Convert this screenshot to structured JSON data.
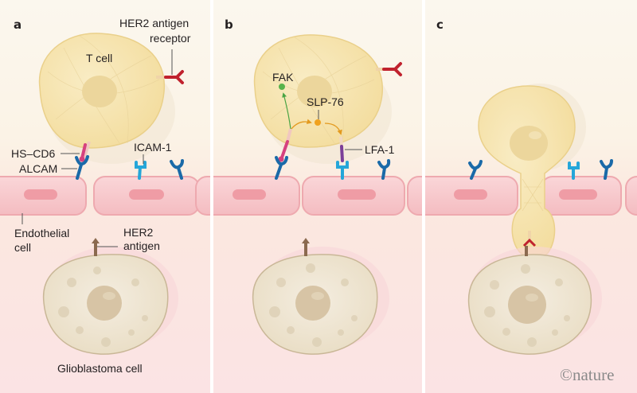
{
  "figure": {
    "panels": [
      {
        "id": "a",
        "letter": "a"
      },
      {
        "id": "b",
        "letter": "b"
      },
      {
        "id": "c",
        "letter": "c"
      }
    ],
    "labels": {
      "her2_receptor_line1": "HER2 antigen",
      "her2_receptor_line2": "receptor",
      "t_cell": "T cell",
      "hs_cd6": "HS–CD6",
      "alcam": "ALCAM",
      "icam1": "ICAM-1",
      "endothelial_line1": "Endothelial",
      "endothelial_line2": "cell",
      "her2_antigen_line1": "HER2",
      "her2_antigen_line2": "antigen",
      "glioblastoma": "Glioblastoma cell",
      "fak": "FAK",
      "slp76": "SLP-76",
      "lfa1": "LFA-1"
    },
    "credit": "©nature",
    "colors": {
      "background_top": "#fbf6ec",
      "background_bottom": "#fbe3e4",
      "t_cell_fill": "#f6e3a8",
      "t_cell_stroke": "#e8cf86",
      "endothelial_fill": "#f7c9cc",
      "endothelial_stroke": "#eda7ad",
      "endothelial_nucleus": "#ee9aa3",
      "glioblastoma_fill": "#efe6d2",
      "glioblastoma_stroke": "#c9b797",
      "glioblastoma_nucleus": "#d5c3a3",
      "her2_receptor": "#c0222e",
      "her2_antigen": "#8b6a4f",
      "hs_cd6": "#d6417f",
      "alcam": "#1a6aa8",
      "icam1": "#25a6d9",
      "lfa1": "#7b3f99",
      "fak": "#58b34a",
      "slp76": "#f0a21e",
      "divider": "#ffffff"
    }
  }
}
